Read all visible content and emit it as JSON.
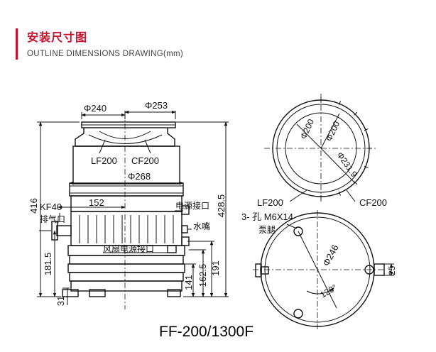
{
  "header": {
    "title": "安装尺寸图",
    "subtitle": "OUTLINE  DIMENSIONS DRAWING(mm)"
  },
  "side_view": {
    "dia_240": "Φ240",
    "dia_253": "Φ253",
    "lf200": "LF200",
    "cf200": "CF200",
    "dia_268": "Φ268",
    "dim_416": "416",
    "dim_4285": "428.5",
    "kf40": "KF40",
    "exhaust_port": "排气口",
    "dim_152": "152",
    "power_port": "电源接口",
    "water_nozzle": "水嘴",
    "fan_power_port": "风扇电源接口",
    "dim_1815": "181.5",
    "dim_1625": "162.5",
    "dim_191": "191",
    "dim_141": "141",
    "dim_31": "31"
  },
  "top_view": {
    "dia_200_a": "Φ200",
    "dia_200_b": "Φ200",
    "dia_2319": "Φ231.9",
    "lf200": "LF200",
    "cf200": "CF200"
  },
  "bottom_view": {
    "holes": "3- 孔 M6X14",
    "feet": "泵腿",
    "dia_246": "Φ246",
    "angle_120": "120°",
    "dim_25": "25"
  },
  "model": "FF-200/1300F",
  "colors": {
    "accent": "#c8102e",
    "line": "#111111"
  }
}
